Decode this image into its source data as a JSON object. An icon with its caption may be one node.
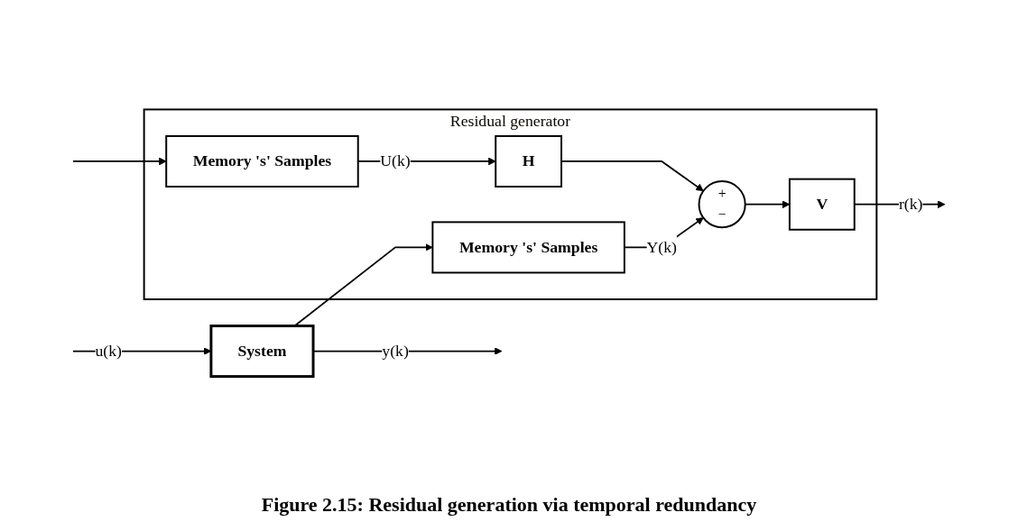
{
  "diagram": {
    "caption": "Figure 2.15: Residual generation via temporal redundancy",
    "nodes": [
      {
        "text": [
          "System"
        ]
      },
      {
        "text": [
          "Residual generator"
        ]
      },
      {
        "text": [
          "Memory 's' Samples"
        ],
        "in": 1
      },
      {
        "text": [
          "Memory 's' Samples"
        ],
        "in": 1
      },
      {
        "text": [
          "H"
        ],
        "in": 1
      },
      {
        "text": [
          "+",
          "−"
        ],
        "in": 1
      },
      {
        "text": [
          "V"
        ],
        "in": 1
      }
    ],
    "edges": [
      {
        "from": null,
        "to": 0,
        "arrow": "to",
        "label": "u(k)"
      },
      {
        "from": 0,
        "to": null,
        "arrow": "to",
        "label": "y(k)"
      },
      {
        "from": 0,
        "to": 2,
        "arrow": "to"
      },
      {
        "from": null,
        "to": 3,
        "arrow": "to"
      },
      {
        "from": 2,
        "to": 5,
        "arrow": "to",
        "label": "Y(k)"
      },
      {
        "from": 3,
        "to": 4,
        "arrow": "to",
        "label": "U(k)"
      },
      {
        "from": 4,
        "to": 5,
        "arrow": "to"
      },
      {
        "from": 5,
        "to": 6,
        "arrow": "to"
      },
      {
        "from": 6,
        "to": null,
        "arrow": "to",
        "label": "r(k)"
      }
    ]
  }
}
